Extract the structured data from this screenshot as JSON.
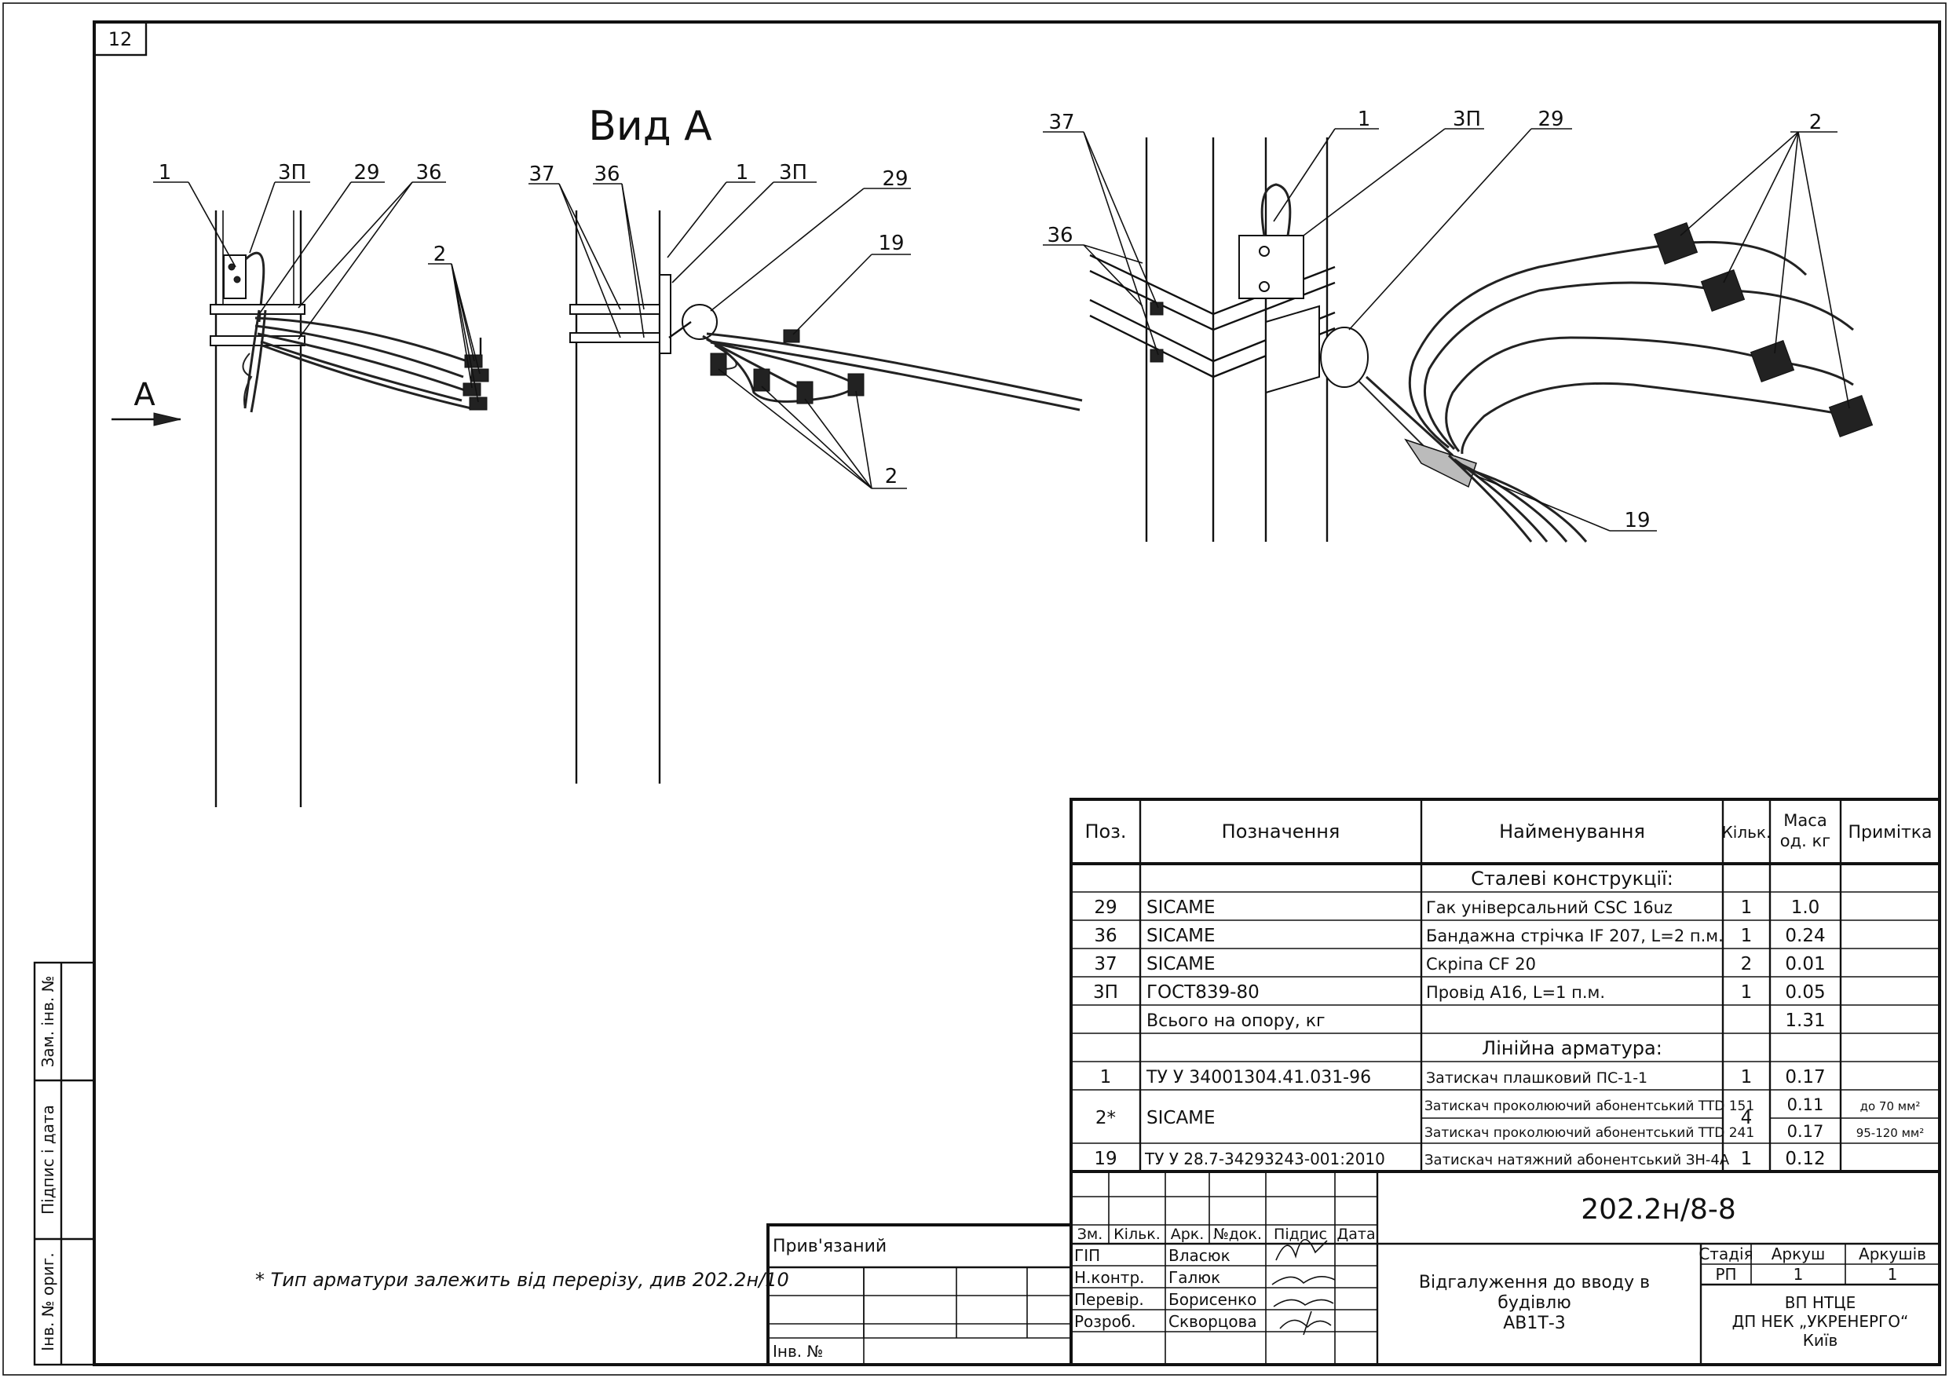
{
  "sheet": {
    "page_number": "12",
    "view_title": "Вид А",
    "view_arrow_label": "A",
    "footnote": "* Тип арматури залежить від перерізу, див 202.2н/10"
  },
  "callouts": {
    "fig1": [
      "1",
      "3П",
      "29",
      "36",
      "2"
    ],
    "fig2": [
      "37",
      "36",
      "1",
      "3П",
      "29",
      "19",
      "2"
    ],
    "fig3": [
      "37",
      "1",
      "3П",
      "29",
      "2",
      "36",
      "19"
    ]
  },
  "left_stamp": {
    "zam_inv": "Зам. інв. №",
    "pidpys_data": "Підпис і дата",
    "inv_orig": "Інв. № ориг."
  },
  "spec": {
    "headers": {
      "pos": "Поз.",
      "designation": "Позначення",
      "name": "Найменування",
      "qty": "Кільк.",
      "mass": "Маса од. кг",
      "note": "Примітка"
    },
    "section_steel": "Сталеві конструкції:",
    "section_line": "Лінійна арматура:",
    "rows_steel": [
      {
        "pos": "29",
        "designation": "SICAME",
        "name": "Гак універсальний CSC 16uz",
        "qty": "1",
        "mass": "1.0",
        "note": ""
      },
      {
        "pos": "36",
        "designation": "SICAME",
        "name": "Бандажна стрічка IF 207, L=2 п.м.",
        "qty": "1",
        "mass": "0.24",
        "note": ""
      },
      {
        "pos": "37",
        "designation": "SICAME",
        "name": "Скріпа CF 20",
        "qty": "2",
        "mass": "0.01",
        "note": ""
      },
      {
        "pos": "3П",
        "designation": "ГОСТ839-80",
        "name": "Провід А16, L=1 п.м.",
        "qty": "1",
        "mass": "0.05",
        "note": ""
      },
      {
        "pos": "",
        "designation": "Всього на опору, кг",
        "name": "",
        "qty": "",
        "mass": "1.31",
        "note": ""
      }
    ],
    "row_1": {
      "pos": "1",
      "designation": "ТУ У 34001304.41.031-96",
      "name": "Затискач плашковий ПС-1-1",
      "qty": "1",
      "mass": "0.17",
      "note": ""
    },
    "row_2": {
      "pos": "2*",
      "designation": "SICAME",
      "qty": "4",
      "name_a": "Затискач проколюючий абонентський TTD 151",
      "mass_a": "0.11",
      "note_a": "до 70 мм²",
      "name_b": "Затискач проколюючий абонентський TTD 241",
      "mass_b": "0.17",
      "note_b": "95-120 мм²"
    },
    "row_19": {
      "pos": "19",
      "designation": "ТУ У 28.7-34293243-001:2010",
      "name": "Затискач натяжний абонентський ЗН-4А",
      "qty": "1",
      "mass": "0.12",
      "note": ""
    }
  },
  "titleblock": {
    "linked": "Прив'язаний",
    "inv_no": "Інв. №",
    "doc_code": "202.2н/8-8",
    "col_zm": "Зм.",
    "col_kilk": "Кільк.",
    "col_ark": "Арк.",
    "col_ndok": "№док.",
    "col_pidpys": "Підпис",
    "col_data": "Дата",
    "roles": [
      {
        "role": "ГІП",
        "name": "Власюк"
      },
      {
        "role": "Н.контр.",
        "name": "Галюк"
      },
      {
        "role": "Перевір.",
        "name": "Борисенко"
      },
      {
        "role": "Розроб.",
        "name": "Скворцова"
      }
    ],
    "title_lines": [
      "Відгалуження до вводу в",
      "будівлю",
      "АВ1Т-3"
    ],
    "stage_label": "Стадія",
    "sheet_label": "Аркуш",
    "sheets_label": "Аркушів",
    "stage": "РП",
    "sheet": "1",
    "sheets": "1",
    "org_lines": [
      "ВП НТЦЕ",
      "ДП НЕК „УКРЕНЕРГО“",
      "Київ"
    ]
  }
}
